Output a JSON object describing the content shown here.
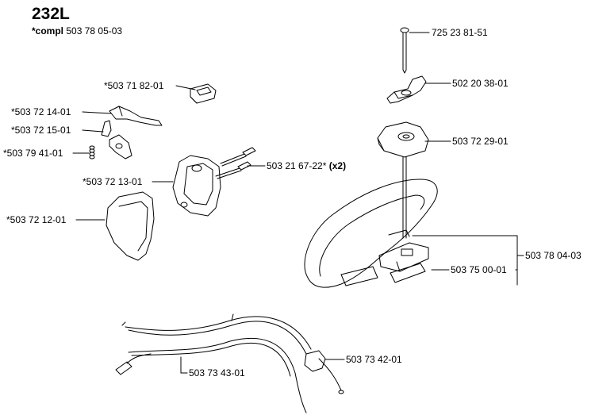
{
  "header": {
    "model": "232L",
    "compl_prefix": "*compl",
    "compl_number": "503 78 05-03"
  },
  "parts": [
    {
      "id": "p1",
      "number": "725 23 81-51"
    },
    {
      "id": "p2",
      "number": "*503 71 82-01"
    },
    {
      "id": "p3",
      "number": "502 20 38-01"
    },
    {
      "id": "p4",
      "number": "*503 72 14-01"
    },
    {
      "id": "p5",
      "number": "*503 72 15-01"
    },
    {
      "id": "p6",
      "number": "503 72 29-01"
    },
    {
      "id": "p7",
      "number": "*503 79 41-01"
    },
    {
      "id": "p8",
      "number": "503 21 67-22*",
      "qty": "(x2)"
    },
    {
      "id": "p9",
      "number": "*503 72 13-01"
    },
    {
      "id": "p10",
      "number": "*503 72 12-01"
    },
    {
      "id": "p11",
      "number": "503 78 04-03"
    },
    {
      "id": "p12",
      "number": "503 75 00-01"
    },
    {
      "id": "p13",
      "number": "503 73 42-01"
    },
    {
      "id": "p14",
      "number": "503 73 43-01"
    }
  ]
}
